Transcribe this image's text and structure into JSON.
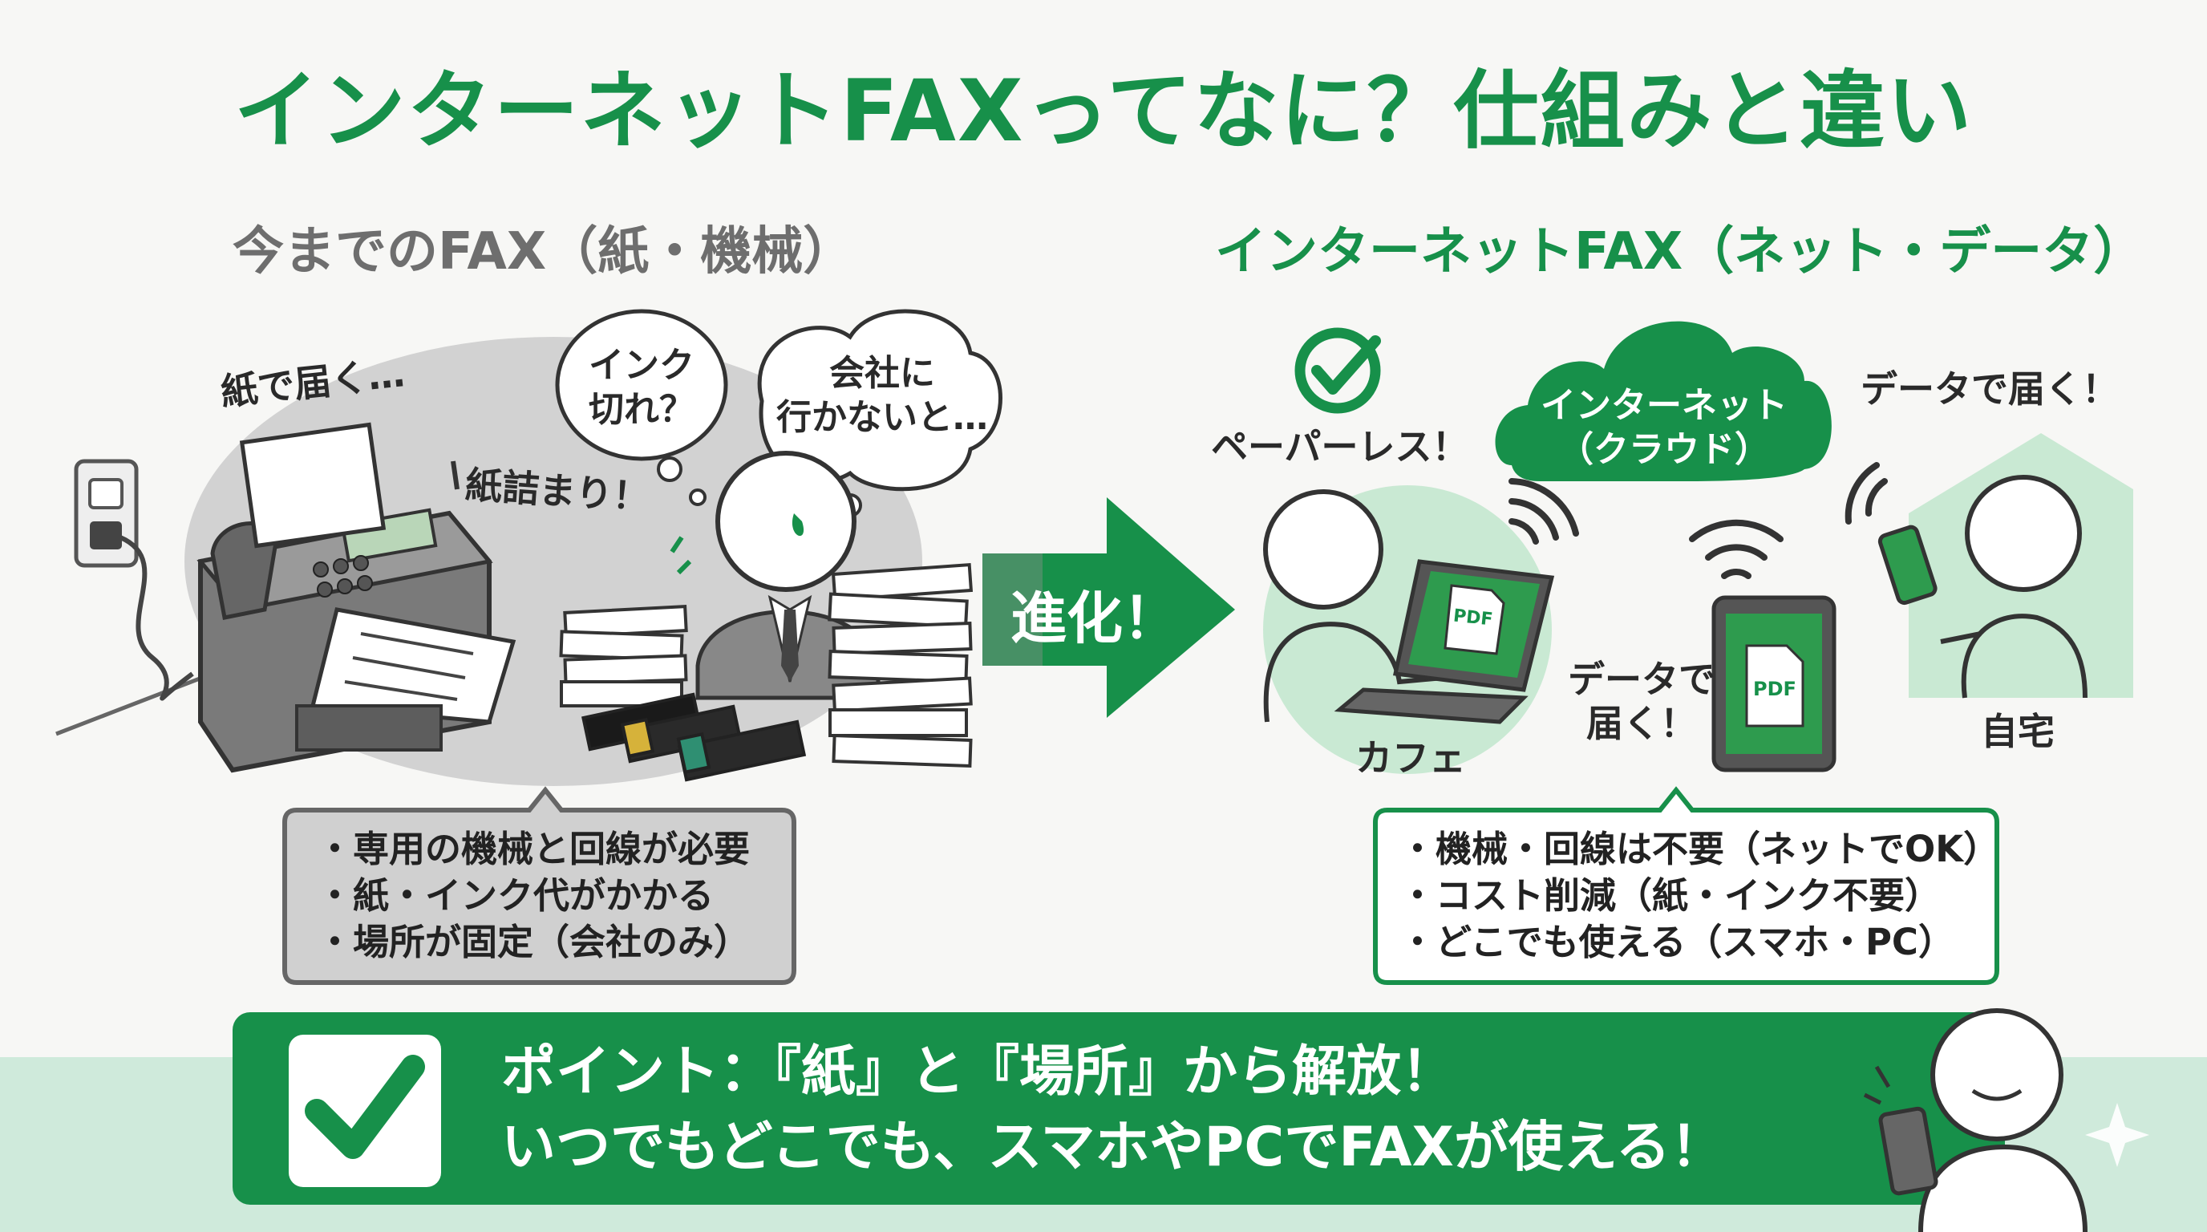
{
  "title": "インターネットFAXってなに？仕組みと違い",
  "old": {
    "heading": "今までのFAX（紙・機械）",
    "label_paper": "紙で届く…",
    "label_jam": "紙詰まり！",
    "thought_ink": [
      "インク",
      "切れ？"
    ],
    "thought_office": [
      "会社に",
      "行かないと…"
    ],
    "points": [
      "・専用の機械と回線が必要",
      "・紙・インク代がかかる",
      "・場所が固定（会社のみ）"
    ]
  },
  "arrow_label": "進化！",
  "new": {
    "heading": "インターネットFAX（ネット・データ）",
    "paperless": "ペーパーレス！",
    "cloud": [
      "インターネット",
      "（クラウド）"
    ],
    "data_arrives": "データで届く！",
    "tablet_label": [
      "データで",
      "届く！"
    ],
    "cafe": "カフェ",
    "home": "自宅",
    "pdf": "PDF",
    "points": [
      "・機械・回線は不要（ネットでOK）",
      "・コスト削減（紙・インク不要）",
      "・どこでも使える（スマホ・PC）"
    ]
  },
  "point": {
    "line1": "ポイント：『紙』と『場所』から解放！",
    "line2": "いつでもどこでも、スマホやPCでFAXが使える！"
  },
  "colors": {
    "green": "#17904a",
    "light_green": "#c9e9d3",
    "gray": "#6e6e6e",
    "light_gray": "#cfcfcf"
  }
}
